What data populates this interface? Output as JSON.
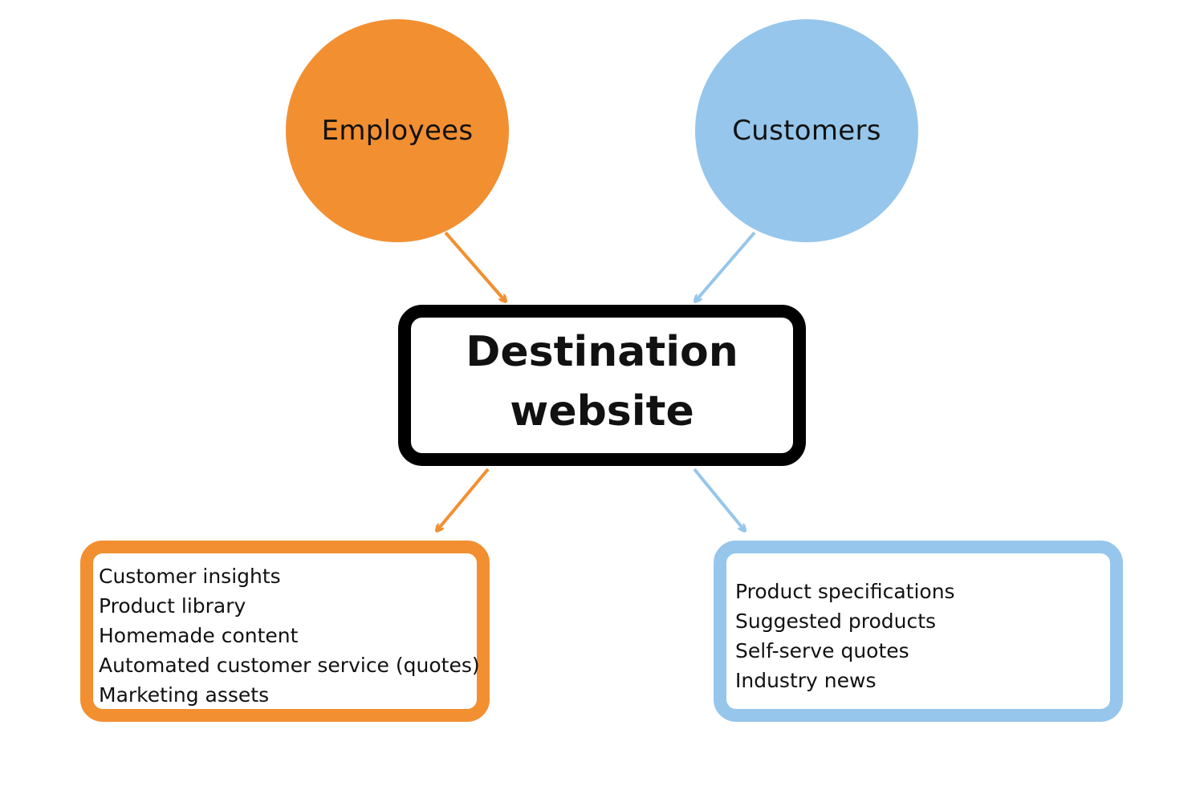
{
  "colors": {
    "employees": "#f28f31",
    "customers": "#96c6eb",
    "center_border": "#000000"
  },
  "nodes": {
    "employees": {
      "label": "Employees"
    },
    "customers": {
      "label": "Customers"
    },
    "destination": {
      "label": "Destination website"
    }
  },
  "employee_outputs": [
    "Customer insights",
    "Product library",
    "Homemade content",
    "Automated customer service (quotes)",
    "Marketing assets"
  ],
  "customer_outputs": [
    "Product specifications",
    "Suggested products",
    "Self-serve quotes",
    "Industry news"
  ],
  "connections": [
    {
      "from": "employees",
      "to": "destination",
      "color": "employees"
    },
    {
      "from": "customers",
      "to": "destination",
      "color": "customers"
    },
    {
      "from": "destination",
      "to": "employee_outputs",
      "color": "employees"
    },
    {
      "from": "destination",
      "to": "customer_outputs",
      "color": "customers"
    }
  ]
}
